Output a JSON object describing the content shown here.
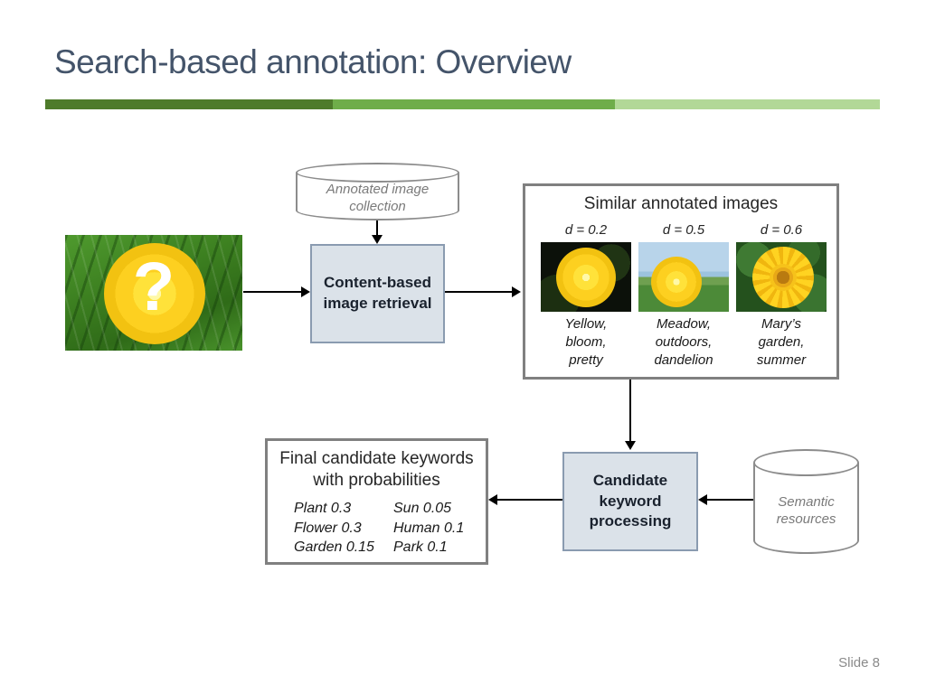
{
  "slide": {
    "title": "Search-based annotation: Overview",
    "slide_number_label": "Slide 8",
    "colors": {
      "title_text": "#44546a",
      "accent_bar": [
        "#4e7b2b",
        "#6fad4a",
        "#b2d897"
      ],
      "process_box_fill": "#dbe2e9",
      "process_box_border": "#8a9bb0",
      "panel_border": "#808080",
      "cylinder_border": "#8c8c8c"
    }
  },
  "diagram": {
    "query": {
      "overlay_mark": "?"
    },
    "collection_cylinder_label": "Annotated image\ncollection",
    "cbir_label": "Content-based image retrieval",
    "similar": {
      "title": "Similar annotated images",
      "results": [
        {
          "distance": "d = 0.2",
          "keywords": "Yellow,\nbloom,\npretty"
        },
        {
          "distance": "d = 0.5",
          "keywords": "Meadow,\noutdoors,\ndandelion"
        },
        {
          "distance": "d = 0.6",
          "keywords": "Mary’s\ngarden,\nsummer"
        }
      ]
    },
    "candidate_label": "Candidate keyword processing",
    "semantic_cylinder_label": "Semantic\nresources",
    "final": {
      "title": "Final candidate keywords\nwith probabilities",
      "column1": [
        "Plant 0.3",
        "Flower 0.3",
        "Garden 0.15"
      ],
      "column2": [
        "Sun 0.05",
        "Human 0.1",
        "Park 0.1"
      ]
    }
  }
}
